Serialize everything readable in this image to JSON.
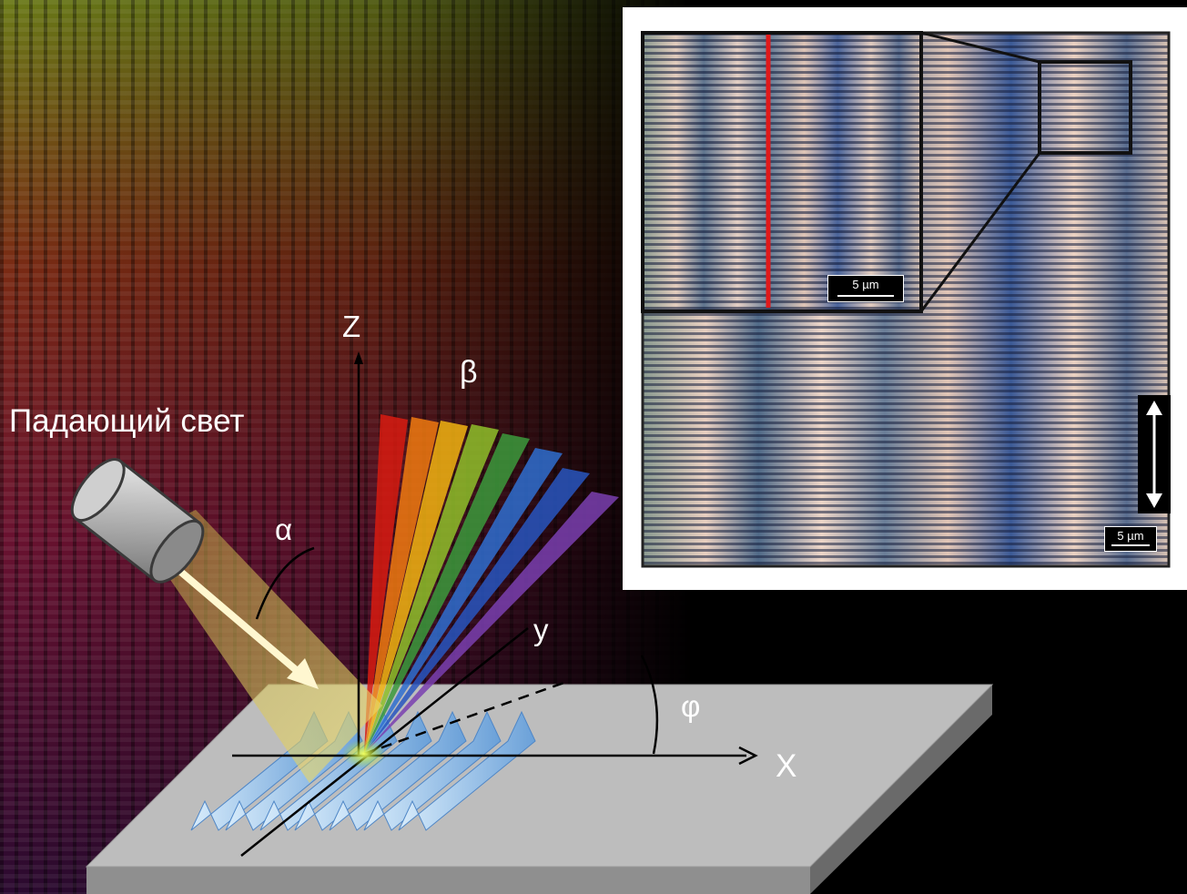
{
  "labels": {
    "incident_light": "Падающий свет",
    "axis_z": "Z",
    "axis_y": "y",
    "axis_x": "X",
    "angle_alpha": "α",
    "angle_beta": "β",
    "angle_phi": "φ"
  },
  "micrograph": {
    "scale_inset": "5 µm",
    "scale_main": "5 µm"
  },
  "spectrum_colors": [
    "#d81b10",
    "#f07a10",
    "#f2b412",
    "#8fbf2a",
    "#3c9a3c",
    "#2f6fd0",
    "#2856c0",
    "#7a3fb0"
  ],
  "colors": {
    "background": "#000000",
    "plate_top": "#bdbdbd",
    "plate_side": "#8f8f8f",
    "grating": "#7fb2e6",
    "beam": "#d8c060",
    "laser_marker": "#e0191a"
  }
}
